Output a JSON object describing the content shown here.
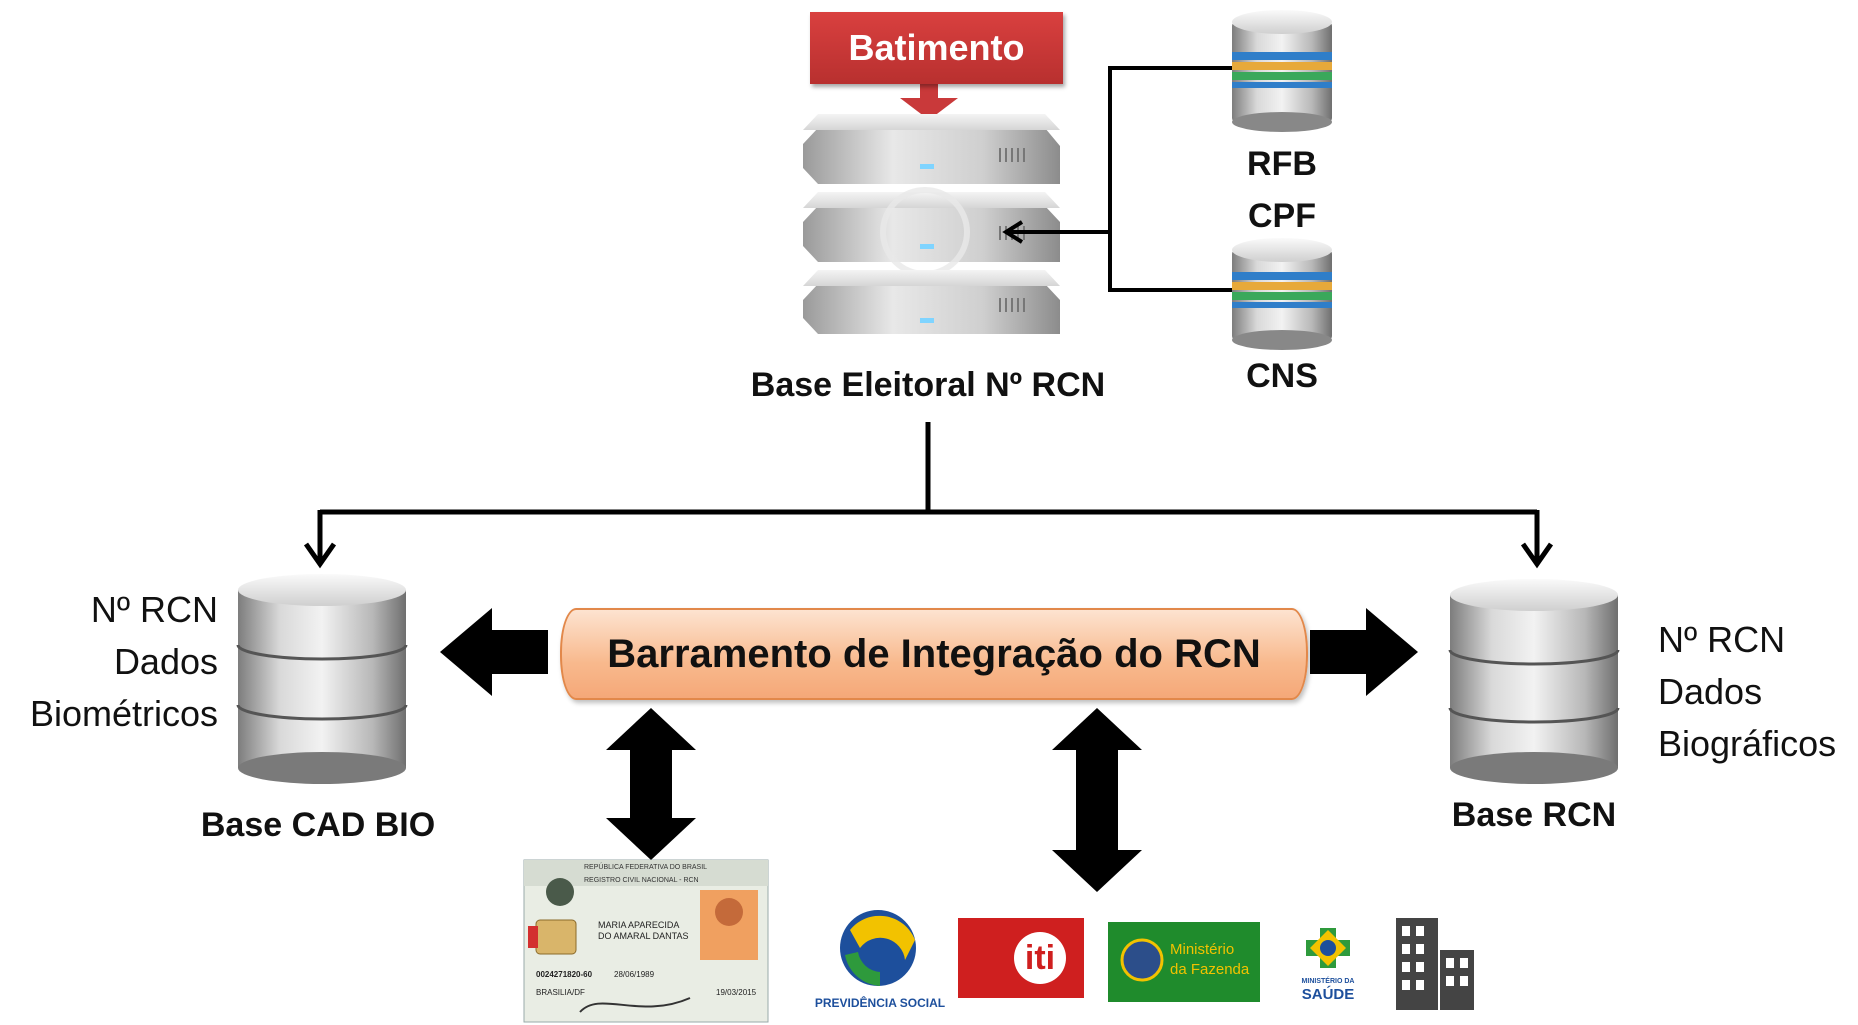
{
  "top_box": {
    "label": "Batimento"
  },
  "sources": {
    "line1": "RFB",
    "line2": "CPF",
    "line3": "CNS"
  },
  "main_server": {
    "label": "Base Eleitoral Nº RCN"
  },
  "bus": {
    "label": "Barramento de Integração do RCN"
  },
  "left_db": {
    "label": "Base CAD BIO",
    "side_lines": [
      "Nº RCN",
      "Dados",
      "Biométricos"
    ]
  },
  "right_db": {
    "label": "Base RCN",
    "side_lines": [
      "Nº RCN",
      "Dados",
      "Biográficos"
    ]
  },
  "id_card": {
    "header": "REPÚBLICA FEDERATIVA DO BRASIL",
    "subheader": "REGISTRO CIVIL NACIONAL - RCN",
    "name_line1": "MARIA APARECIDA",
    "name_line2": "DO AMARAL DANTAS",
    "number": "0024271820-60",
    "birth": "28/06/1989",
    "city": "BRASILIA/DF",
    "date": "19/03/2015"
  },
  "logos": {
    "previdencia": "PREVIDÊNCIA SOCIAL",
    "iti": "iti",
    "fazenda_line1": "Ministério",
    "fazenda_line2": "da Fazenda",
    "saude_line1": "MINISTÉRIO DA",
    "saude_line2": "SAÚDE"
  },
  "colors": {
    "batimento": "#c9393a",
    "bus_fill": "#f8b98d",
    "iti_red": "#cf1f1f",
    "fazenda_green": "#1f8b2c",
    "previdencia_blue": "#1d4f9c"
  }
}
